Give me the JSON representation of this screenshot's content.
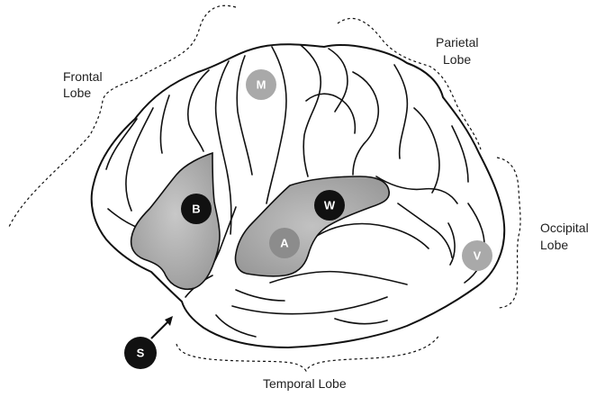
{
  "lobes": {
    "frontal": [
      "Frontal",
      "Lobe"
    ],
    "parietal": [
      "Parietal",
      "Lobe"
    ],
    "occipital": [
      "Occipital",
      "Lobe"
    ],
    "temporal": "Temporal Lobe"
  },
  "markers": {
    "B": "B",
    "W": "W",
    "A": "A",
    "M": "M",
    "V": "V",
    "S": "S"
  },
  "colors": {
    "area_fill": "#a6a6a6",
    "dark_marker": "#111111",
    "light_marker": "#a9a9a9",
    "medium_marker": "#8c8c8c"
  }
}
